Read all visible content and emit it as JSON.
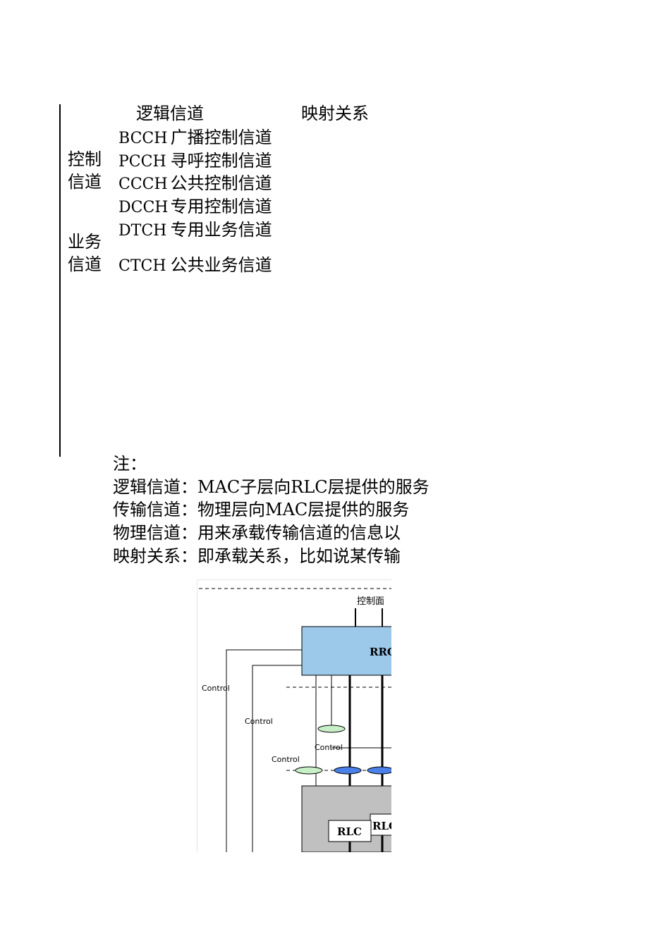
{
  "table": {
    "header_logical": "逻辑信道",
    "header_mapping": "映射关系",
    "groups": [
      {
        "label_line1": "控制",
        "label_line2": "信道"
      },
      {
        "label_line1": "业务",
        "label_line2": "信道"
      }
    ],
    "rows": [
      {
        "code": "BCCH",
        "name": "广播控制信道"
      },
      {
        "code": "PCCH",
        "name": "寻呼控制信道"
      },
      {
        "code": "CCCH",
        "name": "公共控制信道"
      },
      {
        "code": "DCCH",
        "name": "专用控制信道"
      },
      {
        "code": "DTCH",
        "name": "专用业务信道"
      },
      {
        "code": "CTCH",
        "name": "公共业务信道"
      }
    ]
  },
  "notes": {
    "title": "注：",
    "lines": [
      "逻辑信道：MAC子层向RLC层提供的服务",
      "传输信道：物理层向MAC层提供的服务",
      "物理信道：用来承载传输信道的信息以",
      "映射关系：即承载关系，比如说某传输"
    ]
  },
  "diagram": {
    "top_label": "控制面",
    "rrc_label": "RRC",
    "control_labels": [
      "Control",
      "Control",
      "Control",
      "Control"
    ],
    "rlc_labels": [
      "RLC",
      "RLC"
    ],
    "colors": {
      "rrc_fill": "#9cc8ea",
      "layer_fill": "#c0c0c0",
      "sap_green": "#c8f0c8",
      "sap_blue": "#4a80e8"
    }
  }
}
